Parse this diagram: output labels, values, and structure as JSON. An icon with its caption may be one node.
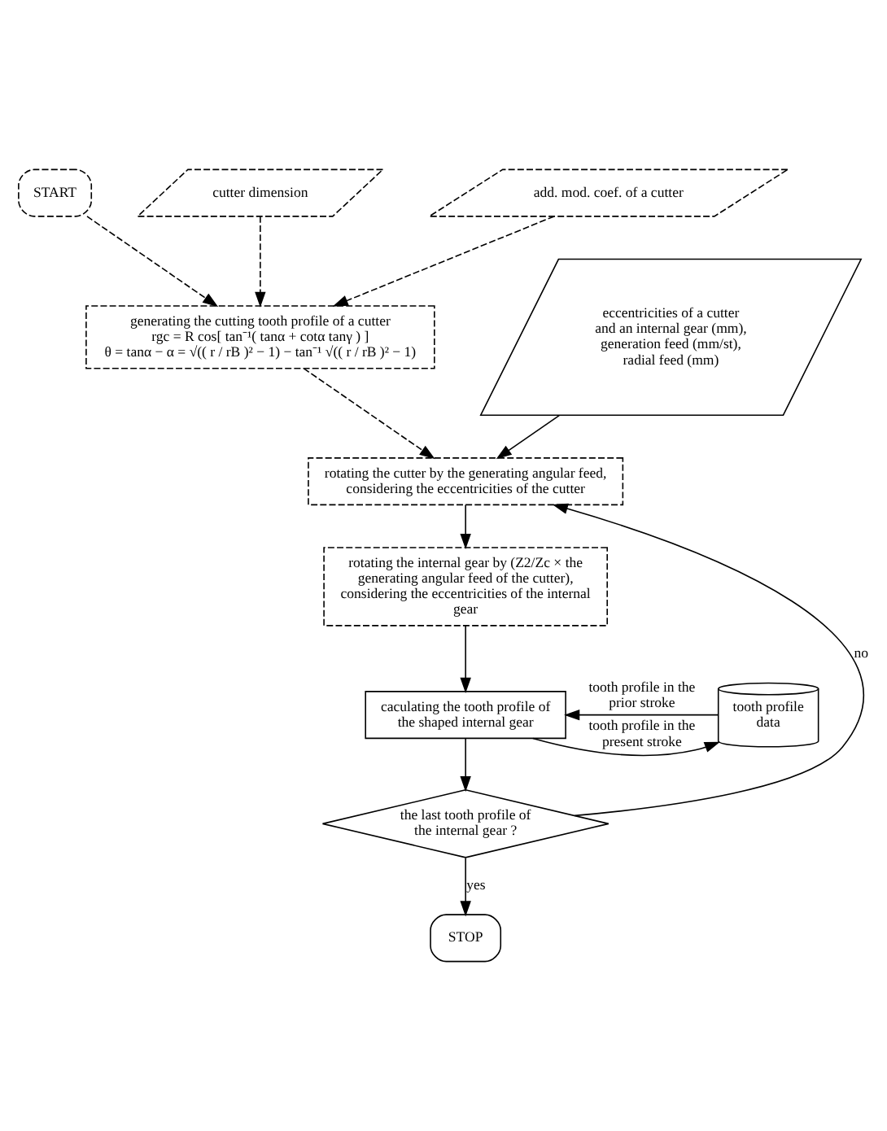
{
  "diagram": {
    "nodes": [
      {
        "text": [
          "START"
        ]
      },
      {
        "text": [
          "cutter dimension"
        ]
      },
      {
        "text": [
          "add. mod. coef. of a cutter"
        ]
      },
      {
        "text": [
          "generating the cutting tooth profile of a cutter",
          "rgc = R cos[ tan⁻¹( tanα + cotα tanγ ) ]",
          "θ = tanα − α = √(( r / rB )² − 1) − tan⁻¹ √(( r / rB )² − 1)"
        ]
      },
      {
        "text": [
          "eccentricities of a cutter and an internal gear (mm), generation feed (mm/st), radial feed (mm)"
        ]
      },
      {
        "text": [
          "rotating the cutter by the generating angular feed,",
          "considering the eccentricities of the cutter"
        ]
      },
      {
        "text": [
          "rotating the internal gear by (Z2/Zc × the generating angular feed of the cutter),",
          "considering the eccentricities of the internal gear"
        ]
      },
      {
        "text": [
          "tooth profile data"
        ]
      },
      {
        "text": [
          "caculating the tooth profile of the shaped internal gear"
        ]
      },
      {
        "text": [
          "the last tooth profile of the internal gear ?"
        ]
      },
      {
        "text": [
          "STOP"
        ]
      }
    ],
    "edges": [
      {
        "from": 0,
        "to": 3,
        "arrow": "to",
        "style": "dashed"
      },
      {
        "from": 1,
        "to": 3,
        "arrow": "to",
        "style": "dashed"
      },
      {
        "from": 2,
        "to": 3,
        "arrow": "to",
        "style": "dashed"
      },
      {
        "from": 3,
        "to": 5,
        "arrow": "to",
        "style": "dashed"
      },
      {
        "from": 4,
        "to": 5,
        "arrow": "to"
      },
      {
        "from": 9,
        "to": 5,
        "arrow": "to",
        "label": "no"
      },
      {
        "from": 5,
        "to": 6,
        "arrow": "to"
      },
      {
        "from": 6,
        "to": 8,
        "arrow": "to"
      },
      {
        "from": 7,
        "to": 8,
        "arrow": "to",
        "label": "tooth profile in the prior stroke"
      },
      {
        "from": 8,
        "to": 7,
        "arrow": "to",
        "label": "tooth profile in the present stroke"
      },
      {
        "from": 8,
        "to": 9,
        "arrow": "to"
      },
      {
        "from": 9,
        "to": 10,
        "arrow": "to",
        "label": "yes"
      }
    ]
  }
}
